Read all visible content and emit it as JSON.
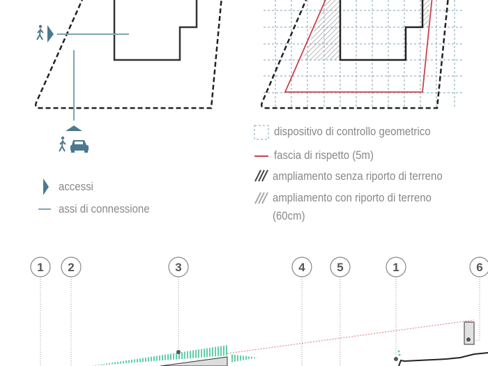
{
  "legend_left": {
    "items": [
      {
        "icon": "triangle-access-icon",
        "label": "accessi"
      },
      {
        "icon": "blue-line-icon",
        "label": "assi di connessione"
      }
    ]
  },
  "legend_right": {
    "items": [
      {
        "icon": "dashed-grid-icon",
        "label": "dispositivo di controllo geometrico"
      },
      {
        "icon": "red-line-icon",
        "label": "fascia di rispetto (5m)"
      },
      {
        "icon": "dark-hatch-icon",
        "label": "ampliamento senza riporto di terreno"
      },
      {
        "icon": "light-hatch-icon",
        "label": "ampliamento con riporto di terreno",
        "label_line2": "(60cm)"
      }
    ]
  },
  "section_markers": [
    "1",
    "2",
    "3",
    "4",
    "5",
    "1",
    "6"
  ],
  "colors": {
    "accent_blue": "#4a7a8c",
    "line_blue": "#7fa3b3",
    "red": "#c9424a",
    "green": "#5fcfa8",
    "dark": "#222222",
    "text_gray": "#888888"
  }
}
